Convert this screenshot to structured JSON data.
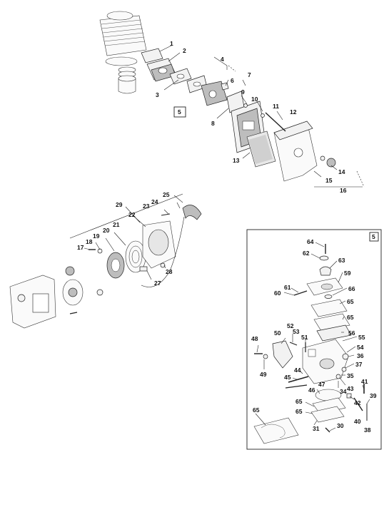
{
  "callouts": {
    "c1": "1",
    "c2": "2",
    "c3": "3",
    "c4": "4",
    "c5": "5",
    "c6": "6",
    "c7": "7",
    "c8": "8",
    "c9": "9",
    "c10": "10",
    "c11": "11",
    "c12": "12",
    "c13": "13",
    "c14": "14",
    "c15": "15",
    "c16": "16",
    "c17": "17",
    "c18": "18",
    "c19": "19",
    "c20": "20",
    "c21": "21",
    "c22": "22",
    "c23": "23",
    "c24": "24",
    "c25": "25",
    "c27": "27",
    "c28": "28",
    "c29": "29",
    "c30": "30",
    "c31": "31",
    "c34": "34",
    "c35": "35",
    "c36": "36",
    "c37": "37",
    "c38": "38",
    "c39": "39",
    "c40": "40",
    "c41": "41",
    "c42": "42",
    "c43": "43",
    "c44": "44",
    "c45": "45",
    "c46": "46",
    "c47": "47",
    "c48": "48",
    "c49": "49",
    "c50": "50",
    "c51": "51",
    "c52": "52",
    "c53": "53",
    "c54": "54",
    "c55": "55",
    "c56": "56",
    "c59": "59",
    "c60": "60",
    "c61": "61",
    "c62": "62",
    "c63": "63",
    "c64": "64",
    "c65": "65",
    "c66": "66"
  },
  "detail_ref_box_label": "5",
  "detail_panel_label": "5"
}
